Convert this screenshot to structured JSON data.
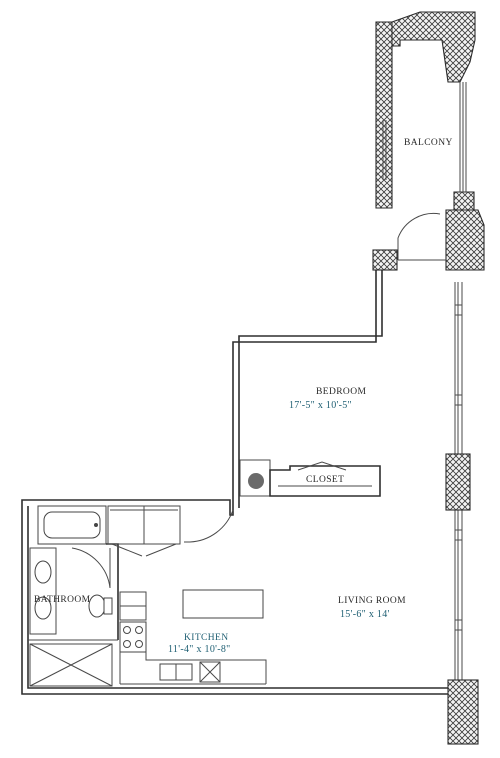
{
  "rooms": {
    "balcony": {
      "name": "BALCONY"
    },
    "bedroom": {
      "name": "BEDROOM",
      "dimensions": "17'-5\" x 10'-5\""
    },
    "closet": {
      "name": "CLOSET"
    },
    "bathroom": {
      "name": "BATHROOM"
    },
    "kitchen": {
      "name": "KITCHEN",
      "dimensions": "11'-4\" x 10'-8\""
    },
    "living_room": {
      "name": "LIVING ROOM",
      "dimensions": "15'-6\" x 14'"
    }
  },
  "colors": {
    "wall": "#2f2f2f",
    "label": "#2a2a2a",
    "dimension": "#1f5f73",
    "column_fill": "#d9d9d9"
  }
}
